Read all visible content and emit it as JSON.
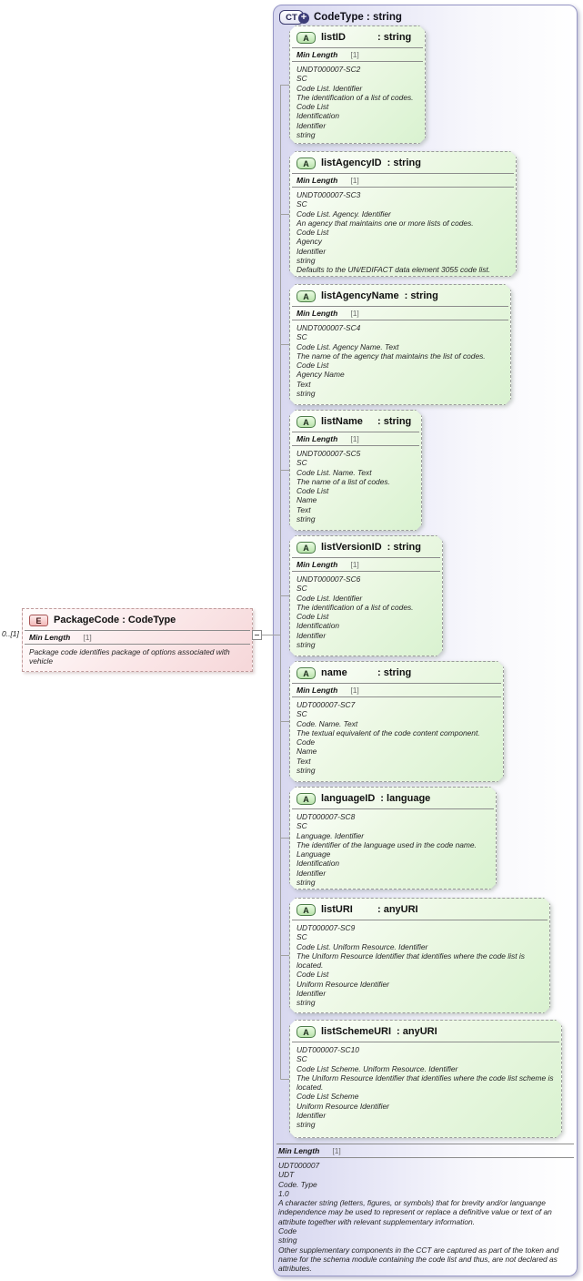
{
  "diagram": {
    "icons": {
      "complex_type": "CT",
      "expand": "+",
      "attribute": "A",
      "element": "E"
    },
    "colors": {
      "container_fill": "#d7d7ef",
      "container_border": "#9595c5",
      "attribute_fill": "#d9f2d0",
      "attribute_icon_border": "#4e7e4a",
      "element_fill": "#f6d7d9",
      "element_icon_border": "#a85555"
    },
    "type": {
      "title": "CodeType : string",
      "facet_name": "Min Length",
      "facet_value": "[1]",
      "annotation_lines": [
        "UDT000007",
        "UDT",
        "Code. Type",
        "1.0",
        "A character string (letters, figures, or symbols) that for brevity and/or languange independence may be used to represent or replace a definitive value or text of an attribute together with relevant supplementary information.",
        "Code",
        "string",
        "Other supplementary components in the CCT are captured as part of the token and name for the schema module containing the code list and thus, are not declared as attributes."
      ]
    },
    "element": {
      "cardinality": "0..[1]",
      "title": "PackageCode : CodeType",
      "facet_name": "Min Length",
      "facet_value": "[1]",
      "annotation": "Package code identifies package of options associated with vehicle"
    },
    "attributes": [
      {
        "name": "listID",
        "type_label": ": string",
        "facet_name": "Min Length",
        "facet_value": "[1]",
        "annotation_lines": [
          "UNDT000007-SC2",
          "SC",
          "Code List. Identifier",
          "The identification of a list of codes.",
          "Code List",
          "Identification",
          "Identifier",
          "string"
        ]
      },
      {
        "name": "listAgencyID",
        "type_label": ": string",
        "facet_name": "Min Length",
        "facet_value": "[1]",
        "annotation_lines": [
          "UNDT000007-SC3",
          "SC",
          "Code List. Agency. Identifier",
          "An agency that maintains one or more lists of codes.",
          "Code List",
          "Agency",
          "Identifier",
          "string",
          "Defaults to the UN/EDIFACT data element 3055 code list."
        ]
      },
      {
        "name": "listAgencyName",
        "type_label": ": string",
        "facet_name": "Min Length",
        "facet_value": "[1]",
        "annotation_lines": [
          "UNDT000007-SC4",
          "SC",
          "Code List. Agency Name. Text",
          "The name of the agency that maintains the list of codes.",
          "Code List",
          "Agency Name",
          "Text",
          "string"
        ]
      },
      {
        "name": "listName",
        "type_label": ": string",
        "facet_name": "Min Length",
        "facet_value": "[1]",
        "annotation_lines": [
          "UNDT000007-SC5",
          "SC",
          "Code List. Name. Text",
          "The name of a list of codes.",
          "Code List",
          "Name",
          "Text",
          "string"
        ]
      },
      {
        "name": "listVersionID",
        "type_label": ": string",
        "facet_name": "Min Length",
        "facet_value": "[1]",
        "annotation_lines": [
          "UNDT000007-SC6",
          "SC",
          "Code List. Identifier",
          "The identification of a list of codes.",
          "Code List",
          "Identification",
          "Identifier",
          "string"
        ]
      },
      {
        "name": "name",
        "type_label": ": string",
        "facet_name": "Min Length",
        "facet_value": "[1]",
        "annotation_lines": [
          "UDT000007-SC7",
          "SC",
          "Code. Name. Text",
          "The textual equivalent of the code content component.",
          "Code",
          "Name",
          "Text",
          "string"
        ]
      },
      {
        "name": "languageID",
        "type_label": ": language",
        "annotation_lines": [
          "UDT000007-SC8",
          "SC",
          "Language. Identifier",
          "The identifier of the language used in the code name.",
          "Language",
          "Identification",
          "Identifier",
          "string"
        ]
      },
      {
        "name": "listURI",
        "type_label": ": anyURI",
        "annotation_lines": [
          "UDT000007-SC9",
          "SC",
          "Code List. Uniform Resource. Identifier",
          "The Uniform Resource Identifier that identifies where the code list is located.",
          "Code List",
          "Uniform Resource Identifier",
          "Identifier",
          "string"
        ]
      },
      {
        "name": "listSchemeURI",
        "type_label": ": anyURI",
        "annotation_lines": [
          "UDT000007-SC10",
          "SC",
          "Code List Scheme. Uniform Resource. Identifier",
          "The Uniform Resource Identifier that identifies where the code list scheme is located.",
          "Code List Scheme",
          "Uniform Resource Identifier",
          "Identifier",
          "string"
        ]
      }
    ]
  }
}
